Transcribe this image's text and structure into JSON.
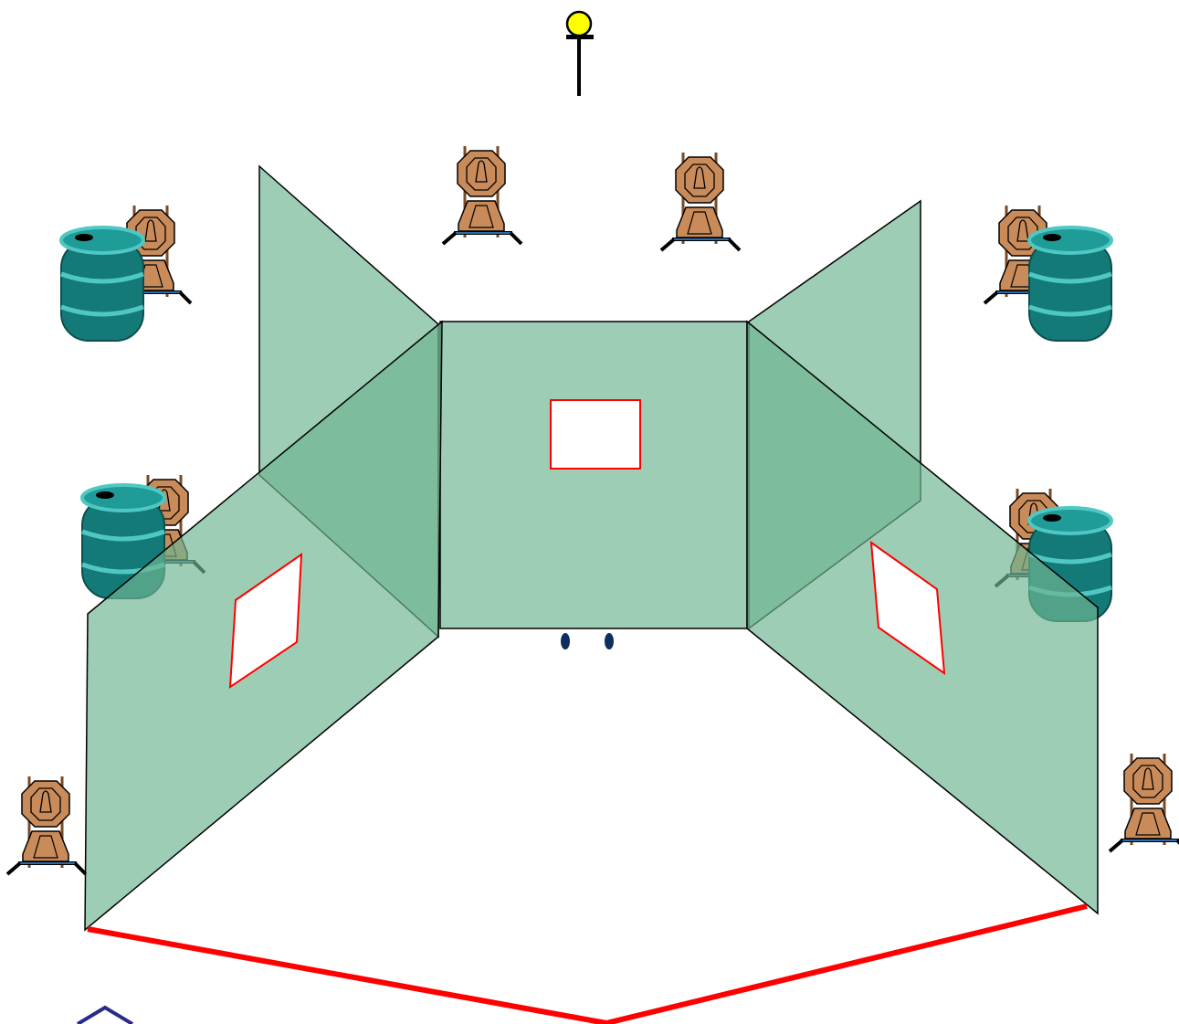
{
  "colors": {
    "background": "#ffffff",
    "wall_fill": "#6fb591",
    "wall_overlap": "#4f9b73",
    "outline": "#000000",
    "port_border": "#ff0000",
    "fault_line": "#ff0000",
    "target_fill": "#c98b5a",
    "target_dark": "#7a4a24",
    "barrel": "#147a78",
    "barrel_rim": "#4fc8c4",
    "stand_metal": "#2b6ca8",
    "start_marker": "#ffff00",
    "footmarks": "#0d2f5e",
    "arrow": "#2a2a8a"
  },
  "icons": {
    "start": "start-position-marker-icon",
    "target": "cardboard-target-icon",
    "barrel": "barrel-icon",
    "feet": "shooter-footprints-icon",
    "arrow": "chevron-up-icon"
  },
  "diagram": {
    "walls": [
      "left-wing-wall",
      "left-wall",
      "center-wall",
      "right-wall",
      "right-wing-wall"
    ],
    "ports": [
      "center-port",
      "left-port",
      "right-port"
    ],
    "targets_count": 8,
    "barrels_count": 4
  }
}
